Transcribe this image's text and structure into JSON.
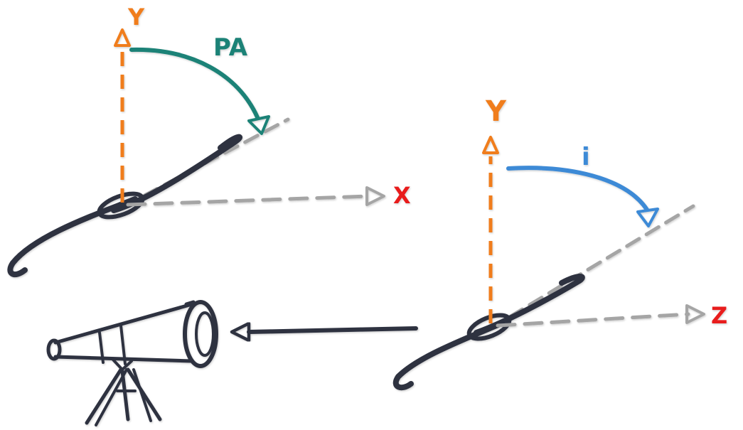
{
  "labels": {
    "left_y": "Y",
    "left_x": "X",
    "left_angle": "PA",
    "right_y": "Y",
    "right_z": "Z",
    "right_angle": "i"
  },
  "colors": {
    "y_axis": "#f07d1e",
    "pa_arc": "#1d8277",
    "i_arc": "#3d8ad6",
    "axis_label_red": "#e81e1e",
    "projected_axis_gray": "#a5a5a5",
    "ink": "#2d3140"
  },
  "icons": {
    "observer": "telescope-icon",
    "line_of_sight": "arrow-left-icon"
  }
}
